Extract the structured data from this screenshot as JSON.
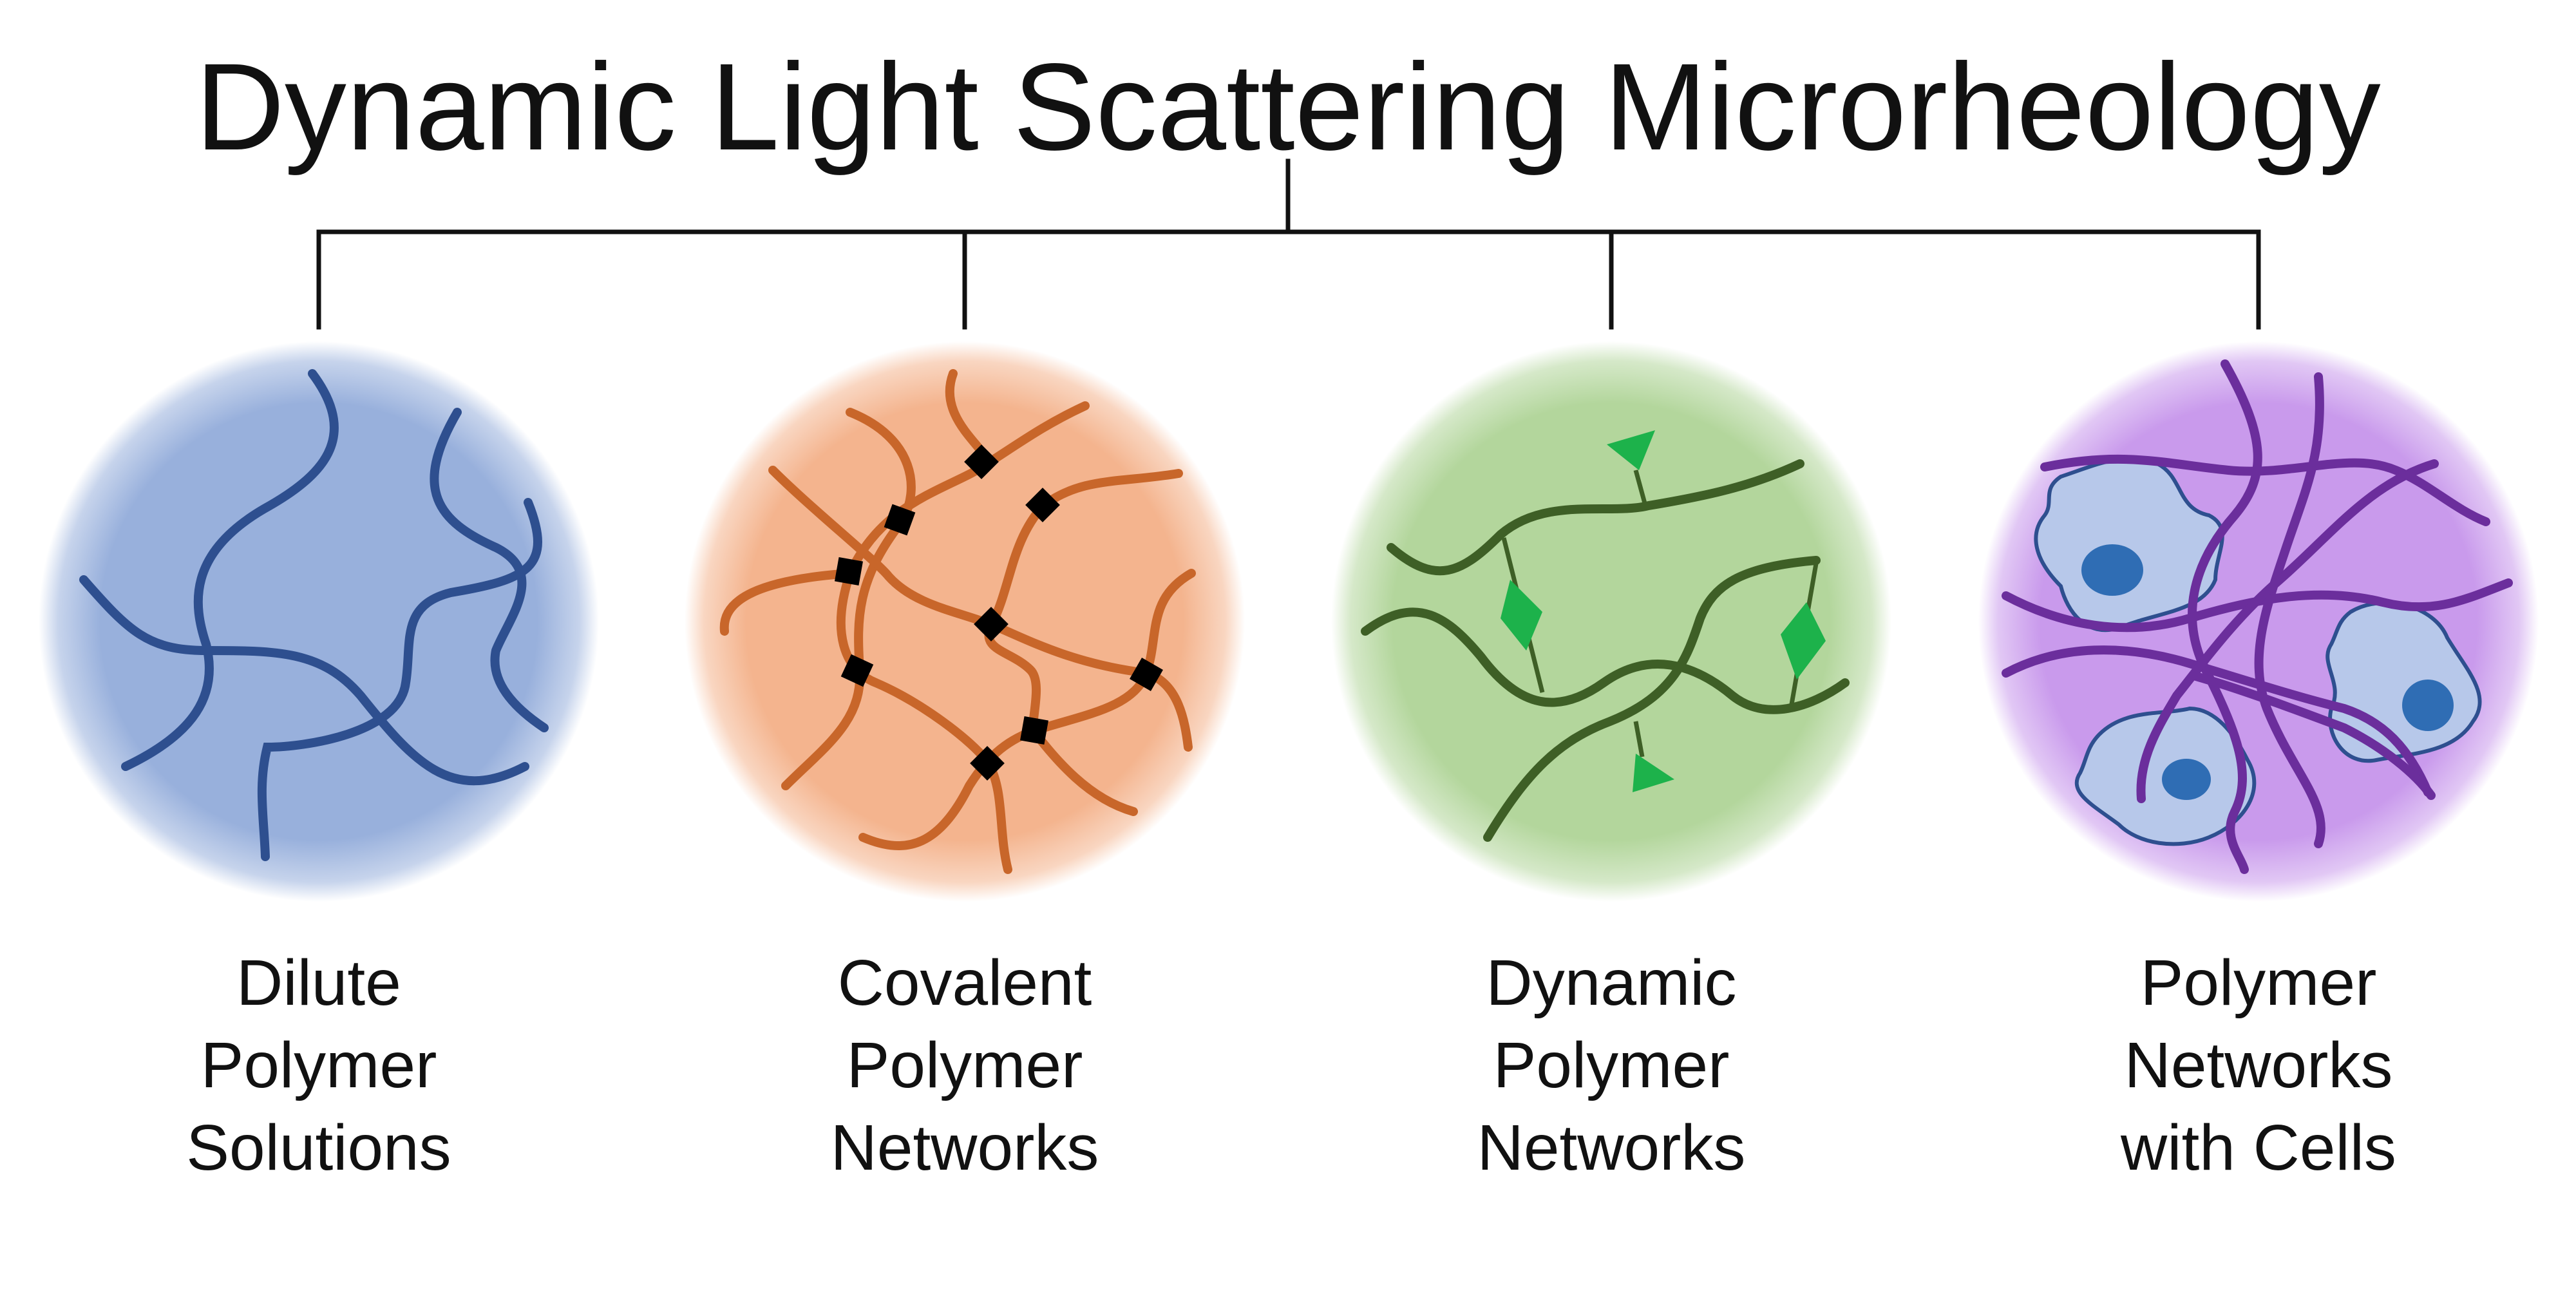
{
  "title": "Dynamic Light Scattering Microrheology",
  "panels": [
    {
      "label_lines": [
        "Dilute",
        "Polymer",
        "Solutions"
      ],
      "fill_color": "#98b0dc",
      "strand_color": "#2e4f8f"
    },
    {
      "label_lines": [
        "Covalent",
        "Polymer",
        "Networks"
      ],
      "fill_color": "#f4b48e",
      "strand_color": "#c8662a",
      "crosslink_color": "#000000"
    },
    {
      "label_lines": [
        "Dynamic",
        "Polymer",
        "Networks"
      ],
      "fill_color": "#b3d69c",
      "strand_color": "#3e5f26",
      "crosslink_color": "#1db24b"
    },
    {
      "label_lines": [
        "Polymer",
        "Networks",
        "with Cells"
      ],
      "fill_color": "#c99aec",
      "strand_color": "#6b2e9c",
      "cell_color": "#b7c8ea",
      "nucleus_color": "#2f6db4"
    }
  ],
  "colors": {
    "text": "#111111",
    "connector": "#111111",
    "background": "#ffffff"
  }
}
